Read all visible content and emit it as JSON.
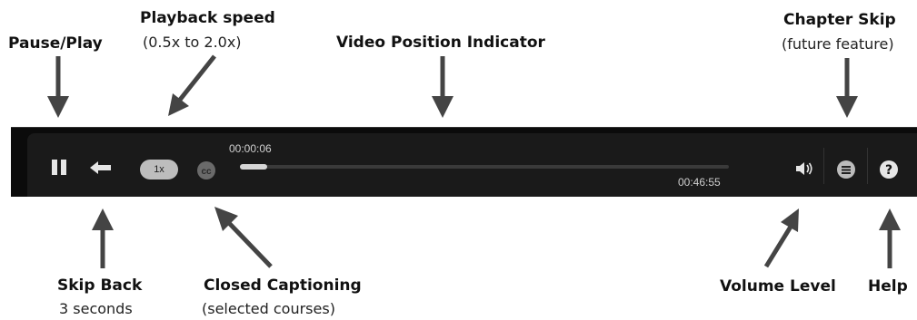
{
  "labels": {
    "pause_play": "Pause/Play",
    "playback_speed_title": "Playback speed",
    "playback_speed_sub": "(0.5x to 2.0x)",
    "video_position": "Video Position Indicator",
    "chapter_skip_title": "Chapter Skip",
    "chapter_skip_sub": "(future feature)",
    "skip_back_title": "Skip Back",
    "skip_back_sub": "3 seconds",
    "closed_captioning_title": "Closed Captioning",
    "closed_captioning_sub": "(selected courses)",
    "volume_level": "Volume Level",
    "help": "Help"
  },
  "player": {
    "speed_label": "1x",
    "cc_label": "cc",
    "current_time": "00:00:06",
    "total_time": "00:46:55",
    "progress_fraction": 0.055
  },
  "icons": [
    "pause-icon",
    "skip-back-icon",
    "closed-captions-icon",
    "volume-icon",
    "chapter-skip-icon",
    "help-icon"
  ]
}
